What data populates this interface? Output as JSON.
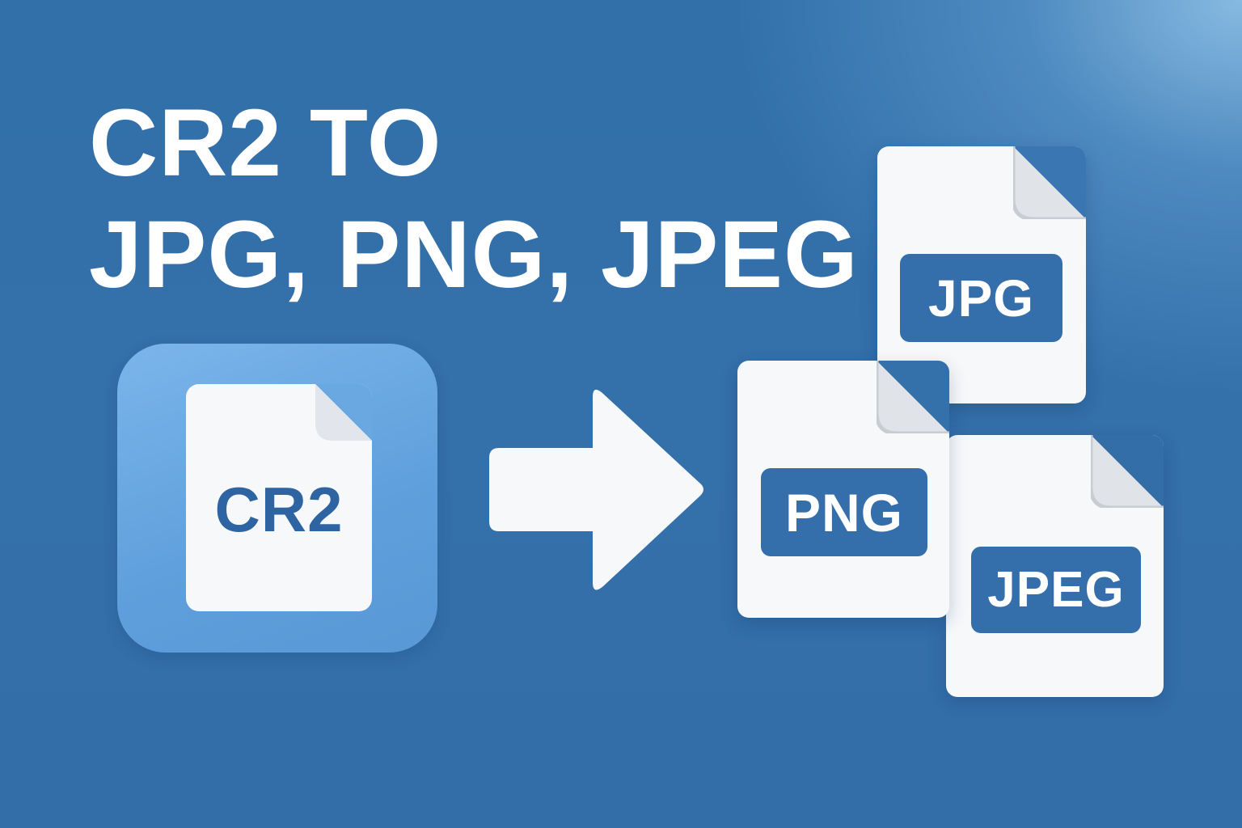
{
  "title": {
    "line1": "CR2 TO",
    "line2": "JPG, PNG, JPEG"
  },
  "source_file": {
    "label": "CR2",
    "icon": "file-icon"
  },
  "arrow": {
    "icon": "arrow-right-icon"
  },
  "output_files": [
    {
      "label": "JPG",
      "icon": "file-icon"
    },
    {
      "label": "PNG",
      "icon": "file-icon"
    },
    {
      "label": "JPEG",
      "icon": "file-icon"
    }
  ],
  "colors": {
    "background": "#3470aa",
    "tile": "#6aa8e2",
    "badge": "#356fab",
    "document": "#f7f8fa",
    "text": "#ffffff"
  }
}
